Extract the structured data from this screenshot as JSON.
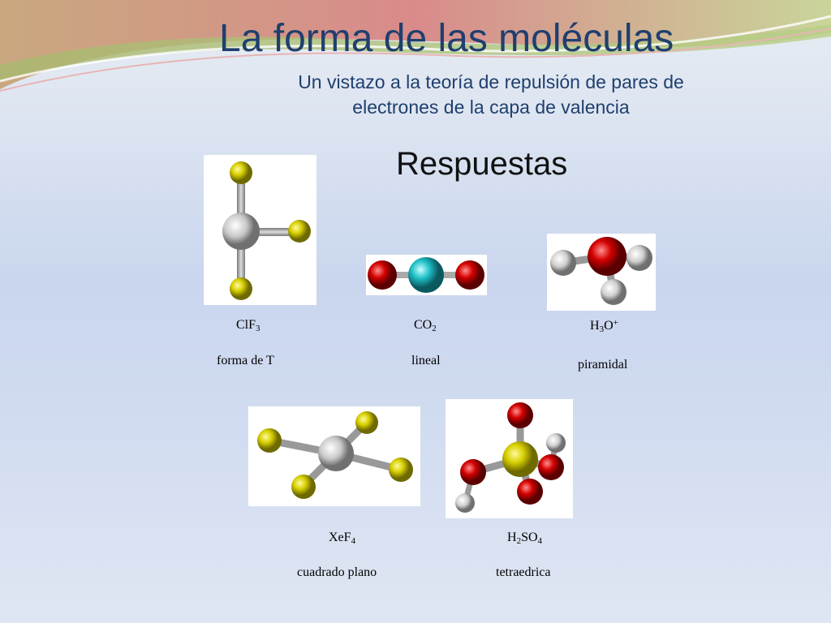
{
  "slide": {
    "title": "La forma de las moléculas",
    "subtitle_line1": "Un vistazo a la teoría de repulsión de pares de",
    "subtitle_line2": "electrones de la capa de valencia",
    "heading": "Respuestas"
  },
  "molecules": [
    {
      "formula_main": "ClF",
      "formula_sub": "3",
      "formula_tail": "",
      "shape": "forma de T",
      "image": "clf3-model"
    },
    {
      "formula_main": "CO",
      "formula_sub": "2",
      "formula_tail": "",
      "shape": "lineal",
      "image": "co2-model"
    },
    {
      "formula_main": "H",
      "formula_sub": "3",
      "formula_tail": "O",
      "formula_sup": "+",
      "shape": "piramidal",
      "image": "h3o-model"
    },
    {
      "formula_main": "XeF",
      "formula_sub": "4",
      "formula_tail": "",
      "shape": "cuadrado plano",
      "image": "xef4-model"
    },
    {
      "formula_main": "H",
      "formula_sub": "2",
      "formula_tail": "SO",
      "formula_sub2": "4",
      "shape": "tetraedrica",
      "image": "h2so4-model"
    }
  ],
  "colors": {
    "title": "#1f3f6e",
    "fluorine": "#d8d000",
    "chlorine": "#c8c8c8",
    "oxygen": "#d40000",
    "carbon": "#20c0c8",
    "hydrogen": "#d8d8d8",
    "sulfur": "#d8d000"
  }
}
